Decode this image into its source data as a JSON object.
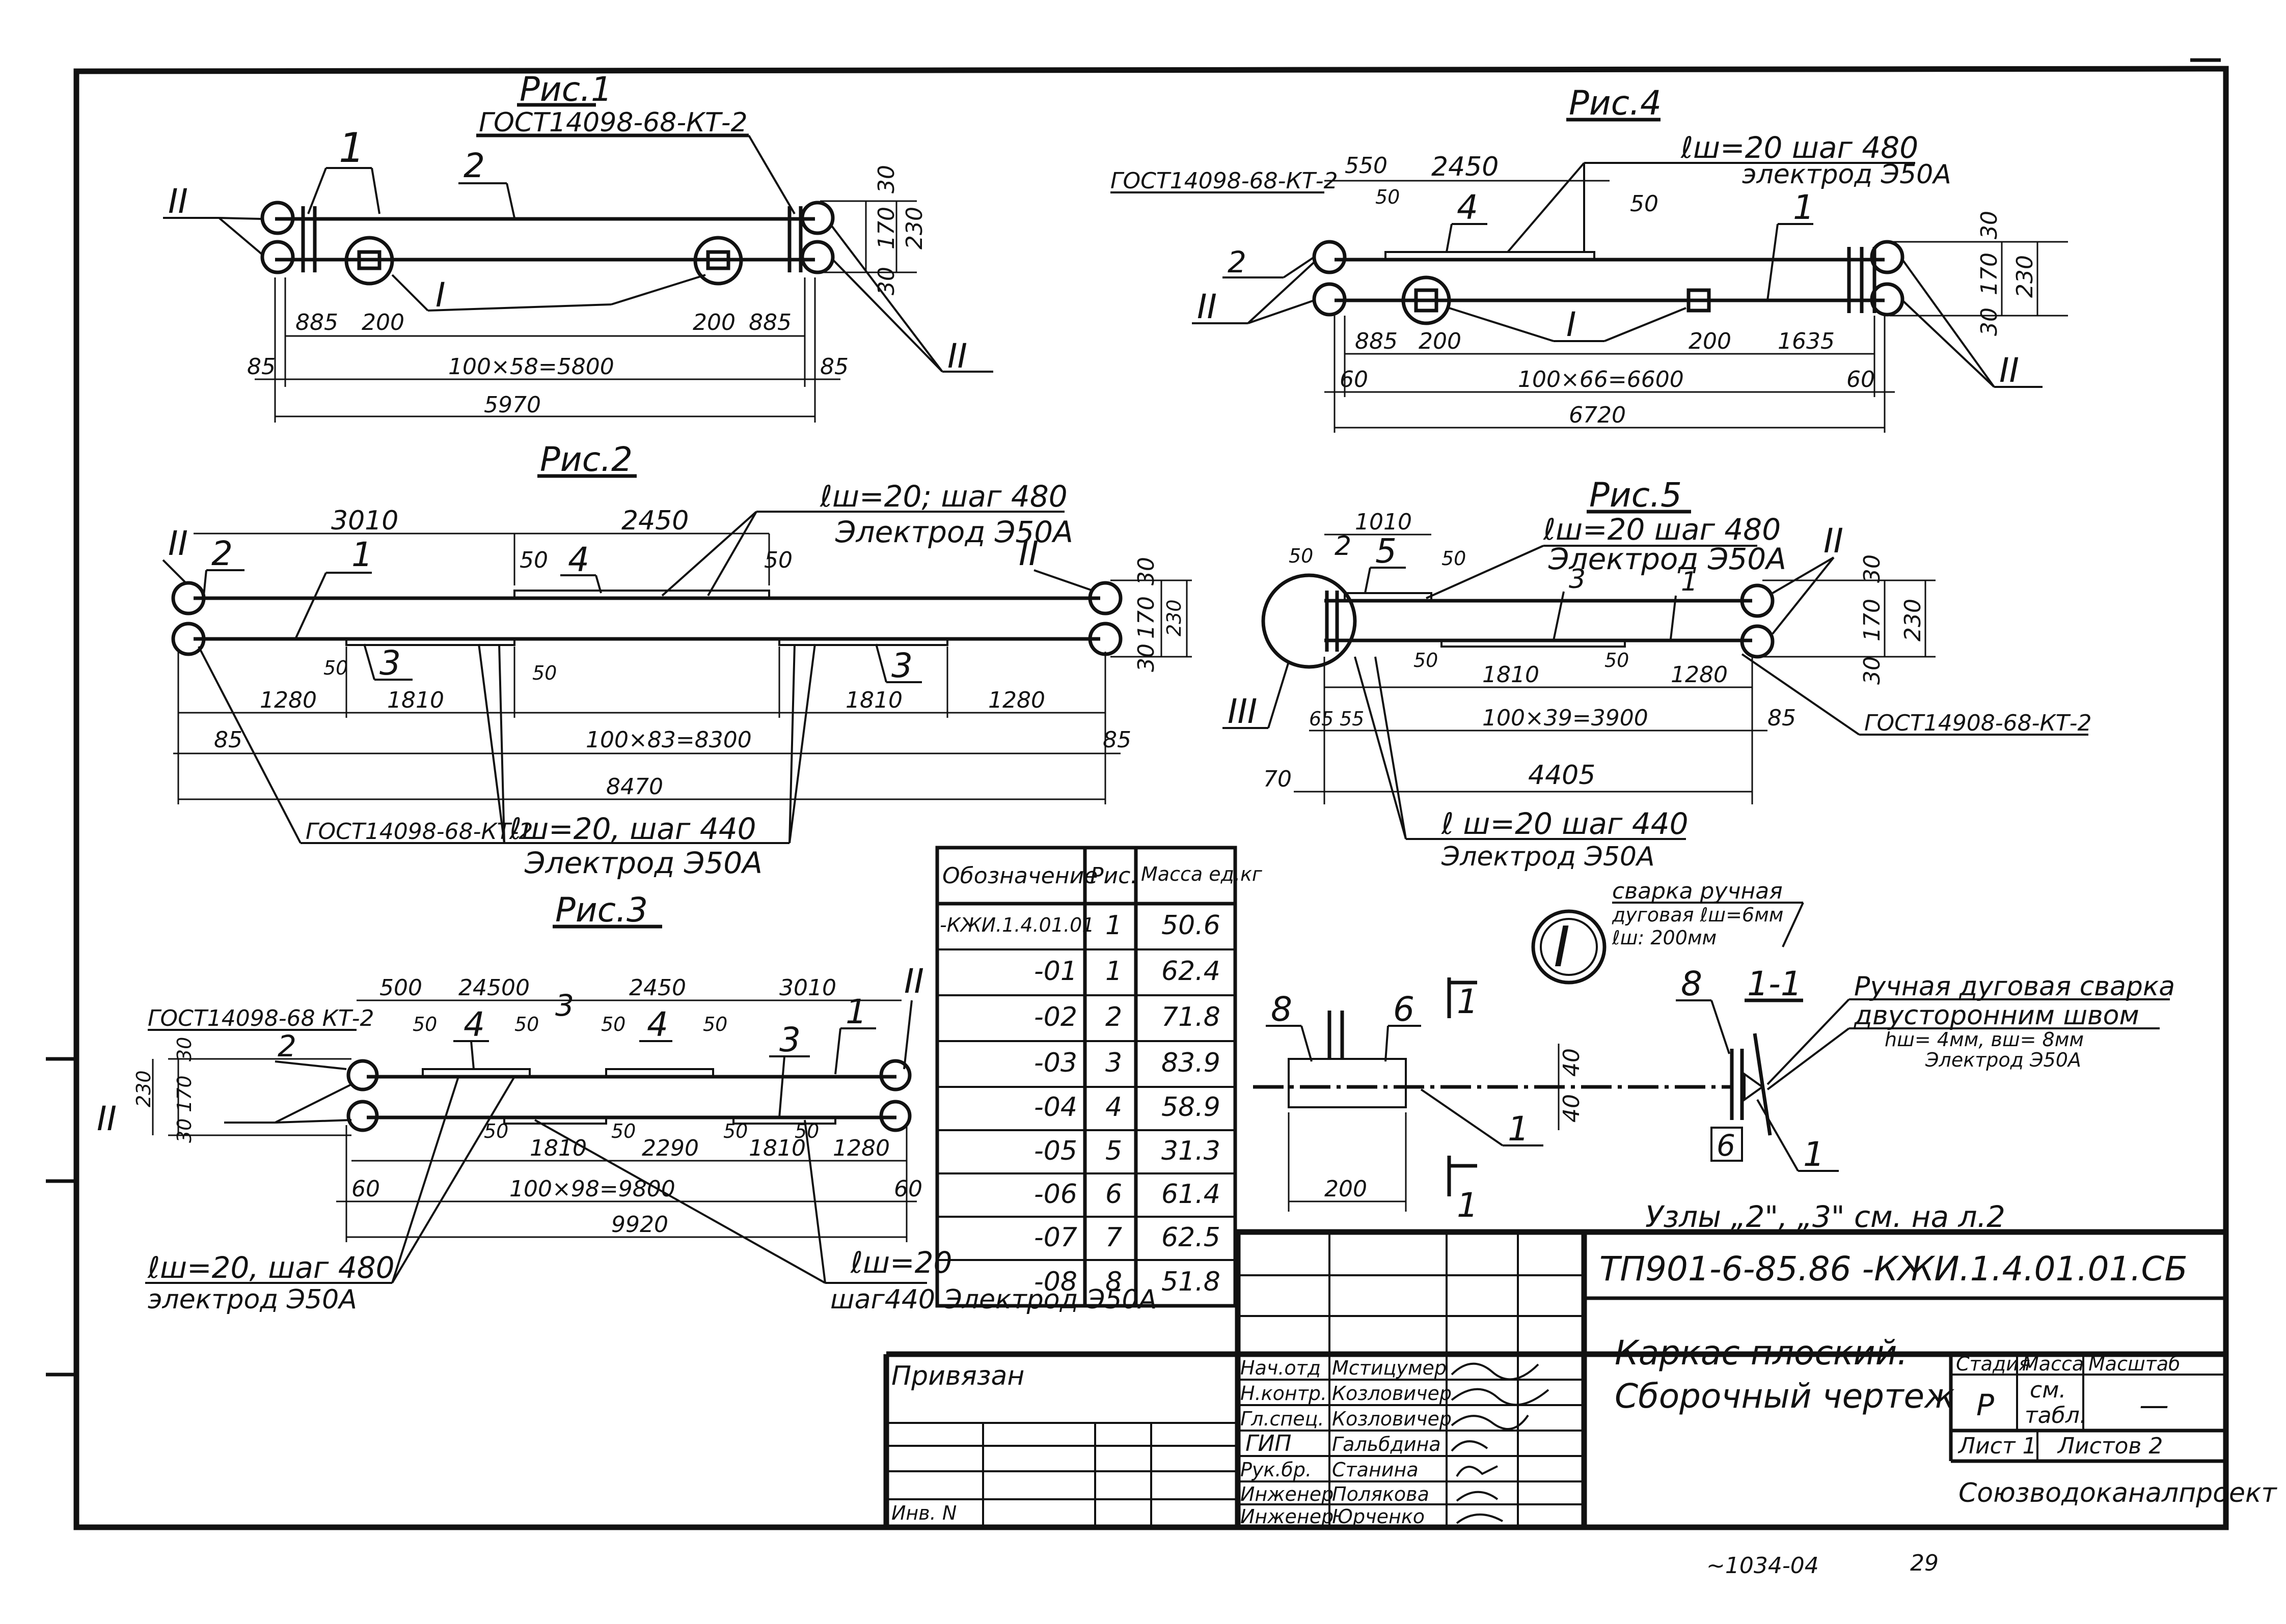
{
  "figures": {
    "fig1": {
      "title": "Рис.1",
      "gost": "ГОСТ14098-68-КТ-2",
      "pos_1": "1",
      "pos_2": "2",
      "node_I": "I",
      "node_II_left": "II",
      "node_II_right": "II",
      "d_885_l": "885",
      "d_200_l": "200",
      "d_200_r": "200",
      "d_885_r": "885",
      "d_30_top": "30",
      "d_170": "170",
      "d_30_bot": "30",
      "d_230": "230",
      "d_85_l": "85",
      "d_85_r": "85",
      "d_span": "100×58=5800",
      "d_total": "5970"
    },
    "fig2": {
      "title": "Рис.2",
      "weld_note": "ℓш=20; шаг 480",
      "electrode": "Электрод Э50А",
      "d_3010": "3010",
      "d_2450": "2450",
      "node_II_left": "II",
      "node_II_right": "II",
      "pos_2": "2",
      "pos_1": "1",
      "pos_4": "4",
      "pos_3a": "3",
      "pos_3b": "3",
      "d_50a": "50",
      "d_50b": "50",
      "d_50c": "50",
      "d_50d": "50",
      "d_1280_l": "1280",
      "d_1810_l": "1810",
      "d_1810_r": "1810",
      "d_1280_r": "1280",
      "d_30_top": "30",
      "d_170": "170",
      "d_30_bot": "30",
      "d_230": "230",
      "d_85_l": "85",
      "d_85_r": "85",
      "d_span": "100×83=8300",
      "d_total": "8470",
      "gost": "ГОСТ14098-68-КТ-2",
      "weld_note2": "ℓш=20, шаг 440",
      "electrode2": "Электрод Э50А"
    },
    "fig3": {
      "title": "Рис.3",
      "gost": "ГОСТ14098-68 КТ-2",
      "d_500": "500",
      "d_24500": "24500",
      "d_2450": "2450",
      "d_3010": "3010",
      "pos_3a": "3",
      "pos_1": "1",
      "pos_2": "2",
      "pos_4a": "4",
      "pos_4b": "4",
      "pos_3b": "3",
      "d_50a": "50",
      "d_50b": "50",
      "d_50c": "50",
      "d_50d": "50",
      "d_50e": "50",
      "d_50f": "50",
      "d_50g": "50",
      "d_50h": "50",
      "node_II_left": "II",
      "node_II_right": "II",
      "d_30_top": "30",
      "d_170": "170",
      "d_30_bot": "30",
      "d_230": "230",
      "d_1810_l": "1810",
      "d_2290": "2290",
      "d_1810_r": "1810",
      "d_1280": "1280",
      "d_60_l": "60",
      "d_60_r": "60",
      "d_span": "100×98=9800",
      "d_total": "9920",
      "weld_note": "ℓш=20, шаг 480",
      "electrode": "электрод Э50А",
      "weld_note2a": "ℓш=20",
      "weld_note2b": "шаг440 Электрод Э50А"
    },
    "fig4": {
      "title": "Рис.4",
      "gost": "ГОСТ14098-68-КТ-2",
      "d_550": "550",
      "d_2450": "2450",
      "weld_note": "ℓш=20  шаг 480",
      "electrode": "электрод Э50А",
      "d_50a": "50",
      "pos_4": "4",
      "d_50b": "50",
      "pos_1": "1",
      "pos_2": "2",
      "node_II_left": "II",
      "node_I": "I",
      "node_II_right": "II",
      "d_30_top": "30",
      "d_170": "170",
      "d_30_bot": "30",
      "d_230": "230",
      "d_885": "885",
      "d_200_l": "200",
      "d_200_r": "200",
      "d_1635": "1635",
      "d_60_l": "60",
      "d_60_r": "60",
      "d_span": "100×66=6600",
      "d_total": "6720"
    },
    "fig5": {
      "title": "Рис.5",
      "d_1010": "1010",
      "weld_note": "ℓш=20 шаг 480",
      "electrode": "Электрод Э50А",
      "d_50a": "50",
      "pos_2": "2",
      "pos_5": "5",
      "d_50b": "50",
      "pos_3": "3",
      "pos_1": "1",
      "node_II": "II",
      "node_III": "III",
      "d_30_top": "30",
      "d_170": "170",
      "d_30_bot": "30",
      "d_230": "230",
      "d_50c": "50",
      "d_1810": "1810",
      "d_50d": "50",
      "d_1280": "1280",
      "d_65": "65",
      "d_55": "55",
      "d_85": "85",
      "d_span": "100×39=3900",
      "d_70": "70",
      "d_total": "4405",
      "gost": "ГОСТ14908-68-КТ-2",
      "weld_note2": "ℓ ш=20  шаг 440",
      "electrode2": "Электрод Э50А"
    }
  },
  "detail_I": {
    "label": "I",
    "weld_manual": "сварка ручная",
    "weld_arc": "дуговая ℓш=6мм",
    "weld_len": "ℓш: 200мм",
    "pos_8_left": "8",
    "pos_6_top": "6",
    "pos_1_bottom": "1",
    "d_40_top": "40",
    "d_40_bot": "40",
    "d_200": "200",
    "cut_top": "1",
    "cut_bottom": "1"
  },
  "section_1_1": {
    "label": "1-1",
    "pos_8": "8",
    "pos_6": "6",
    "pos_1": "1",
    "note_1": "Ручная дуговая сварка",
    "note_2": "двусторонним швом",
    "note_3": "hш= 4мм, вш= 8мм",
    "note_4": "Электрод Э50А"
  },
  "nodes_note": "Узлы „2\", „3\" см. на л.2",
  "spec_table": {
    "headers": [
      "Обозначение",
      "Рис.",
      "Масса ед.кг"
    ],
    "rows": [
      [
        "-КЖИ.1.4.01.01",
        "1",
        "50.6"
      ],
      [
        "-01",
        "1",
        "62.4"
      ],
      [
        "-02",
        "2",
        "71.8"
      ],
      [
        "-03",
        "3",
        "83.9"
      ],
      [
        "-04",
        "4",
        "58.9"
      ],
      [
        "-05",
        "5",
        "31.3"
      ],
      [
        "-06",
        "6",
        "61.4"
      ],
      [
        "-07",
        "7",
        "62.5"
      ],
      [
        "-08",
        "8",
        "51.8"
      ]
    ]
  },
  "title_block": {
    "doc_code": "ТП901-6-85.86  -КЖИ.1.4.01.01.СБ",
    "title_line1": "Каркас плоский.",
    "title_line2": "Сборочный чертеж",
    "stage_label": "Стадия",
    "mass_label": "Масса",
    "scale_label": "Масштаб",
    "stage_value": "Р",
    "mass_value_1": "см.",
    "mass_value_2": "табл.",
    "scale_value": "—",
    "sheet_label": "Лист 1",
    "sheets_label": "Листов 2",
    "organization": "Союзводоканалпроект",
    "bound_label": "Привязан",
    "inv_label": "Инв. N",
    "staff": [
      {
        "role": "Нач.отд",
        "name": "Мстицумер"
      },
      {
        "role": "Н.контр.",
        "name": "Козловичер"
      },
      {
        "role": "Гл.спец.",
        "name": "Козловичер"
      },
      {
        "role": "ГИП",
        "name": "Гальбдина"
      },
      {
        "role": "Рук.бр.",
        "name": "Станина"
      },
      {
        "role": "Инженер",
        "name": "Полякова"
      },
      {
        "role": "Инженер",
        "name": "Юрченко"
      }
    ]
  },
  "footer": {
    "archive_no": "~1034-04",
    "page_no": "29"
  }
}
